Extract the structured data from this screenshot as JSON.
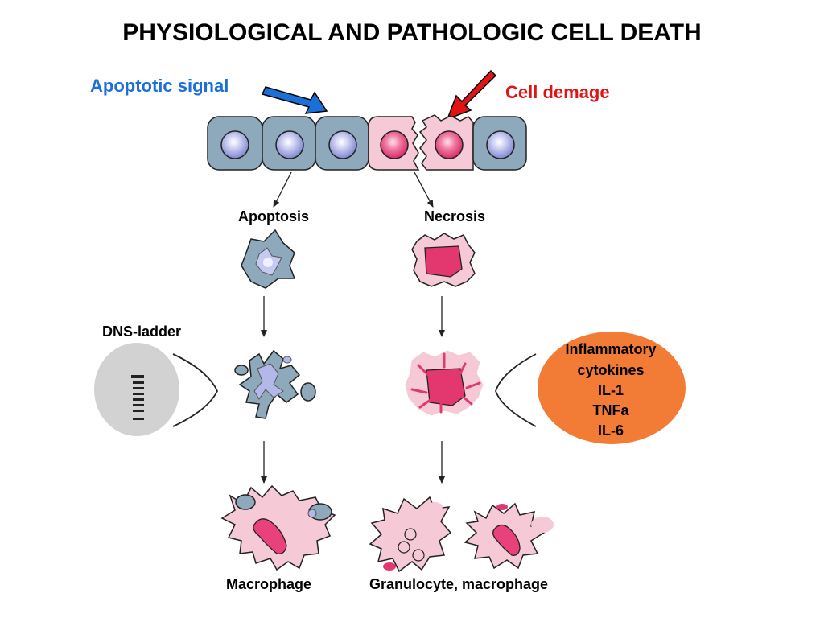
{
  "title": "PHYSIOLOGICAL AND PATHOLOGIC CELL DEATH",
  "signals": {
    "apoptotic": "Apoptotic signal",
    "damage": "Cell demage"
  },
  "labels": {
    "apoptosis": "Apoptosis",
    "necrosis": "Necrosis",
    "dns_ladder": "DNS-ladder",
    "macrophage": "Macrophage",
    "granulocyte": "Granulocyte, macrophage"
  },
  "cytokines": {
    "lines": [
      "Inflammatory",
      "cytokines",
      "IL-1",
      "TNFa",
      "IL-6"
    ]
  },
  "colors": {
    "apoptotic_signal": "#1a6fd8",
    "damage_signal": "#e01414",
    "healthy_cell": "#8ea8bc",
    "necrotic_cell": "#f6c9d6",
    "nucleus_blue": "#b4b8e8",
    "nucleus_pink": "#e8417c",
    "cytokine_bubble": "#f27c35",
    "ladder_bubble": "#d2d2d2"
  }
}
